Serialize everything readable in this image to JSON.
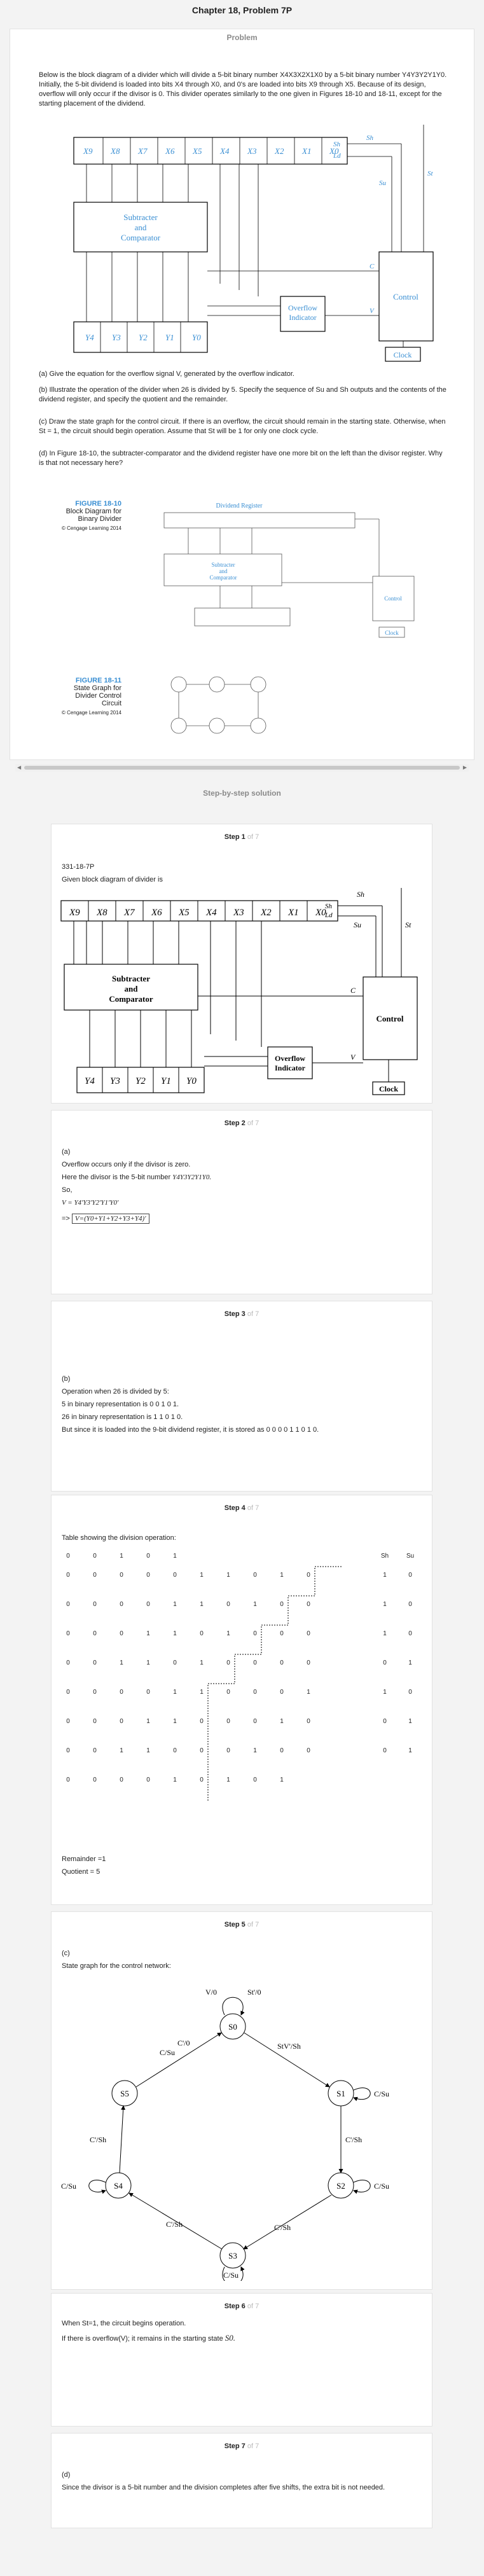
{
  "page": {
    "title": "Chapter 18, Problem 7P"
  },
  "problem": {
    "header": "Problem",
    "intro": "Below is the block diagram of a divider which will divide a 5-bit binary number X4X3X2X1X0 by a 5-bit binary number Y4Y3Y2Y1Y0. Initially, the 5-bit dividend is loaded into bits X4 through X0, and 0's are loaded into bits X9 through X5. Because of its design, overflow will only occur if the divisor is 0. This divider operates similarly to the one given in Figures 18-10 and 18-11, except for the starting placement of the dividend.",
    "qa": "(a) Give the equation for the overflow signal V, generated by the overflow indicator.",
    "qb": "(b) Illustrate the operation of the divider when 26 is divided by 5. Specify the sequence of Su and Sh outputs and the contents of the dividend register, and specify the quotient and the remainder.",
    "qc": "(c) Draw the state graph for the control circuit. If there is an overflow, the circuit should remain in the starting state. Otherwise, when St = 1, the circuit should begin operation. Assume that St will be 1 for only one clock cycle.",
    "qd": "(d) In Figure 18-10, the subtracter-comparator and the dividend register have one more bit on the left than the divisor register. Why is that not necessary here?",
    "fig10": {
      "label": "FIGURE 18-10",
      "caption1": "Block Diagram for",
      "caption2": "Binary Divider",
      "copyright": "© Cengage Learning 2014",
      "register_title": "Dividend Register"
    },
    "fig11": {
      "label": "FIGURE 18-11",
      "caption1": "State Graph for",
      "caption2": "Divider Control",
      "caption3": "Circuit",
      "copyright": "© Cengage Learning 2014"
    }
  },
  "diagram": {
    "x_bits": [
      "X9",
      "X8",
      "X7",
      "X6",
      "X5",
      "X4",
      "X3",
      "X2",
      "X1",
      "X0"
    ],
    "y_bits": [
      "Y4",
      "Y3",
      "Y2",
      "Y1",
      "Y0"
    ],
    "sub_comp": [
      "Subtracter",
      "and",
      "Comparator"
    ],
    "overflow": [
      "Overflow",
      "Indicator"
    ],
    "control": "Control",
    "clock": "Clock",
    "sh": "Sh",
    "ld": "Ld",
    "su": "Su",
    "st": "St",
    "c": "C",
    "v": "V"
  },
  "solution_header": "Step-by-step solution",
  "steps": {
    "s1": {
      "label": "Step 1",
      "of": "of 7",
      "code": "331-18-7P",
      "text": "Given block diagram of divider is"
    },
    "s2": {
      "label": "Step 2",
      "of": "of 7",
      "part": "(a)",
      "l1": "Overflow occurs only if the divisor is zero.",
      "l2": "Here the divisor is the 5-bit number",
      "expr": "Y4Y3Y2Y1Y0.",
      "so": "So,",
      "eq1": "V = Y4'Y3'Y2'Y1'Y0'",
      "arrow": "=>",
      "eq2": "V=(Y0+Y1+Y2+Y3+Y4)'"
    },
    "s3": {
      "label": "Step 3",
      "of": "of 7",
      "part": "(b)",
      "l1": "Operation when 26 is divided by 5:",
      "l2": "5 in binary representation is 0 0 1 0 1.",
      "l3": "26 in binary representation is 1 1 0 1 0.",
      "l4": "But since it is loaded into the 9-bit dividend register, it is stored as 0 0 0 0 1 1 0 1 0."
    },
    "s4": {
      "label": "Step 4",
      "of": "of 7",
      "caption": "Table showing the division operation:",
      "head": [
        "0",
        "0",
        "1",
        "0",
        "1",
        "",
        "",
        "",
        "",
        "",
        "Sh",
        "Su"
      ],
      "rows": [
        [
          "0",
          "0",
          "0",
          "0",
          "0",
          "1",
          "1",
          "0",
          "1",
          "0",
          "1",
          "0"
        ],
        [
          "0",
          "0",
          "0",
          "0",
          "1",
          "1",
          "0",
          "1",
          "0",
          "0",
          "1",
          "0"
        ],
        [
          "0",
          "0",
          "0",
          "1",
          "1",
          "0",
          "1",
          "0",
          "0",
          "0",
          "1",
          "0"
        ],
        [
          "0",
          "0",
          "1",
          "1",
          "0",
          "1",
          "0",
          "0",
          "0",
          "0",
          "0",
          "1"
        ],
        [
          "0",
          "0",
          "0",
          "0",
          "1",
          "1",
          "0",
          "0",
          "0",
          "1",
          "1",
          "0"
        ],
        [
          "0",
          "0",
          "0",
          "1",
          "1",
          "0",
          "0",
          "0",
          "1",
          "0",
          "0",
          "1"
        ],
        [
          "0",
          "0",
          "1",
          "1",
          "0",
          "0",
          "0",
          "1",
          "0",
          "0",
          "0",
          "1"
        ],
        [
          "0",
          "0",
          "0",
          "0",
          "1",
          "0",
          "1",
          "0",
          "1"
        ]
      ],
      "remainder": "Remainder =1",
      "quotient": "Quotient = 5"
    },
    "s5": {
      "label": "Step 5",
      "of": "of 7",
      "part": "(c)",
      "text": "State graph for the control network:",
      "labels": {
        "s0": "S0",
        "s1": "S1",
        "s2": "S2",
        "s3": "S3",
        "s4": "S4",
        "s5": "S5",
        "v0": "V/0",
        "st0": "St'/0",
        "c0": "C'/0",
        "csu": "C/Su",
        "stvsh": "StV'/Sh",
        "csh": "C'/Sh"
      }
    },
    "s6": {
      "label": "Step 6",
      "of": "of 7",
      "l1": "When St=1, the circuit begins operation.",
      "l2": "If there is overflow(V); it remains in the starting state",
      "state": "S0."
    },
    "s7": {
      "label": "Step 7",
      "of": "of 7",
      "part": "(d)",
      "text": "Since the divisor is a 5-bit number and the division completes after five shifts, the extra bit is not needed."
    }
  }
}
